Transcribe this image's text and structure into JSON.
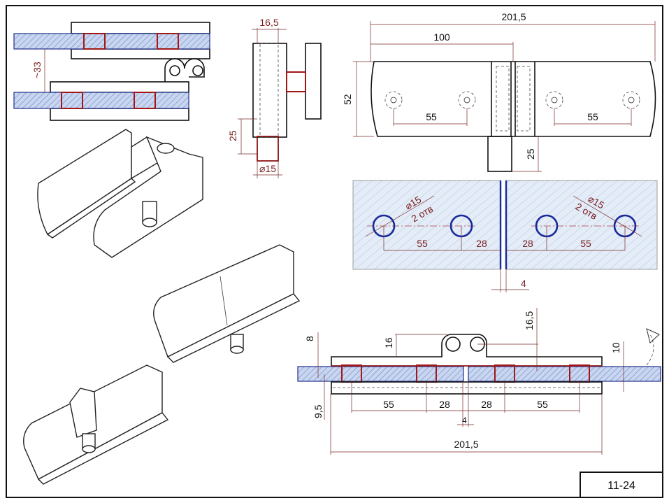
{
  "title_block": {
    "sheet_number": "11-24"
  },
  "colors": {
    "glass": "#2a3fa0",
    "bracket": "#a01818",
    "dimension": "#7a2a2a",
    "outline": "#111111"
  },
  "top_left_section": {
    "gap_label": "~33"
  },
  "side_view": {
    "width_label": "16,5",
    "pin_height_label": "25",
    "pin_diameter_label": "⌀15"
  },
  "plan_view": {
    "overall_length": "201,5",
    "half_length": "100",
    "height": "52",
    "hole_spacing_left": "55",
    "hole_spacing_right": "55",
    "pin_height": "25"
  },
  "glass_cutout": {
    "left": {
      "diameter": "⌀15",
      "count": "2 отв",
      "spacing": "55",
      "edge": "28"
    },
    "right": {
      "diameter": "⌀15",
      "count": "2 отв",
      "spacing": "55",
      "edge": "28"
    },
    "gap": "4"
  },
  "bottom_section": {
    "glass_offset": "8",
    "knuckle_height": "16",
    "knuckle_offset": "16,5",
    "glass_thickness": "10",
    "lower_plate_offset": "9,5",
    "spacings": [
      "55",
      "28",
      "28",
      "55"
    ],
    "gap": "4",
    "overall_length": "201,5"
  }
}
